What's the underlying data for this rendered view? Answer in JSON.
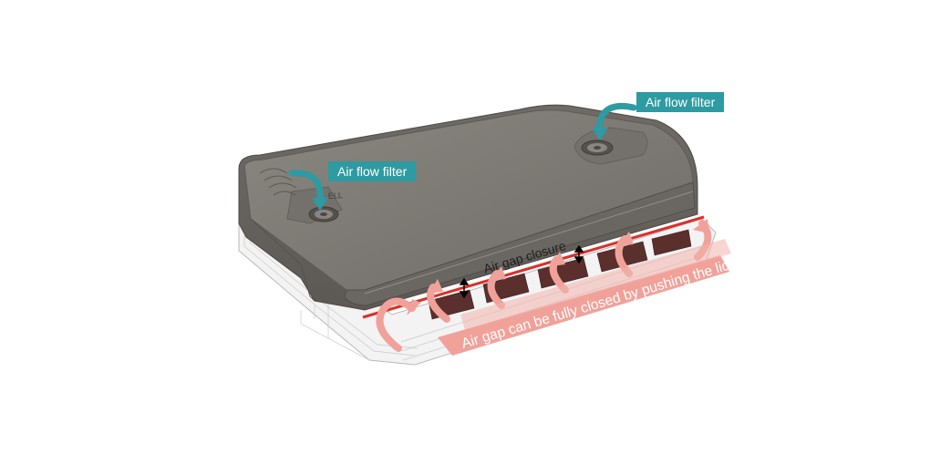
{
  "annotations": {
    "filter_right": "Air flow filter",
    "filter_left": "Air flow filter",
    "air_gap_closure": "Air gap closure",
    "air_gap_note": "Air gap can be fully closed by pushing the lid"
  },
  "engraving": {
    "brand_fragment": "ELL"
  },
  "colors": {
    "label_bg": "#2e9aa2",
    "arrow_teal": "#2e9aa2",
    "lid": "#7d7a75",
    "lid_top": "#85827c",
    "salmon": "#f0a29a",
    "air_gap_line": "#d9302c"
  }
}
